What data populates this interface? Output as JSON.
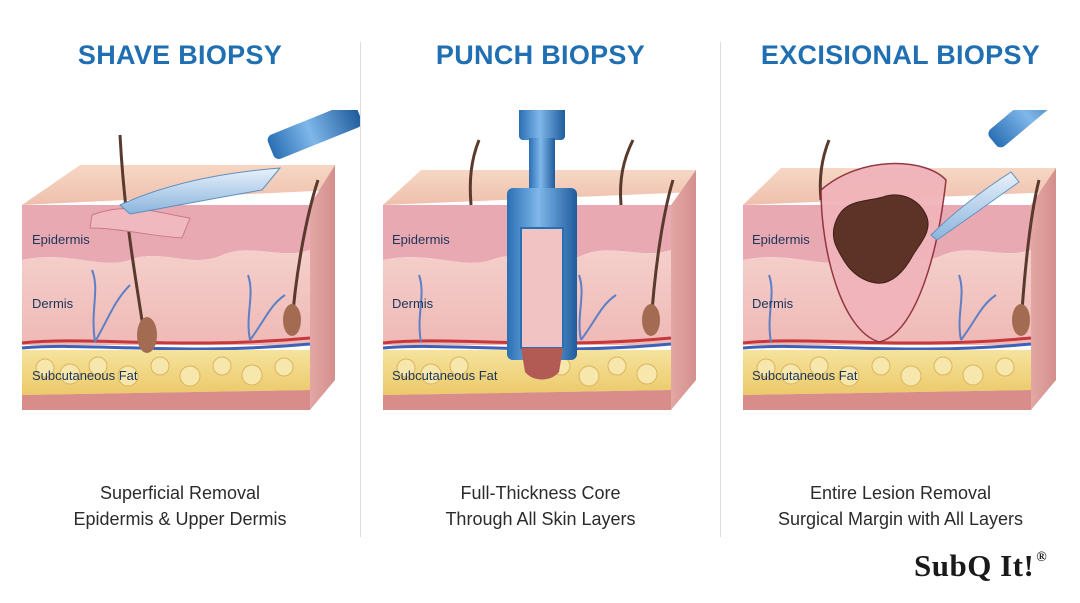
{
  "panels": [
    {
      "title": "SHAVE BIOPSY",
      "labels": {
        "epidermis": "Epidermis",
        "dermis": "Dermis",
        "fat": "Subcutaneous Fat"
      },
      "caption_line1": "Superficial Removal",
      "caption_line2": "Epidermis & Upper Dermis",
      "tool_icon": "scalpel-icon"
    },
    {
      "title": "PUNCH BIOPSY",
      "labels": {
        "epidermis": "Epidermis",
        "dermis": "Dermis",
        "fat": "Subcutaneous Fat"
      },
      "caption_line1": "Full-Thickness Core",
      "caption_line2": "Through All Skin Layers",
      "tool_icon": "punch-tool-icon"
    },
    {
      "title": "EXCISIONAL BIOPSY",
      "labels": {
        "epidermis": "Epidermis",
        "dermis": "Dermis",
        "fat": "Subcutaneous Fat"
      },
      "caption_line1": "Entire Lesion Removal",
      "caption_line2": "Surgical Margin with All Layers",
      "tool_icon": "scalpel-icon"
    }
  ],
  "logo": {
    "text": "SubQ It!",
    "mark": "®"
  },
  "colors": {
    "title": "#1f6fb2",
    "epidermis": "#e9a9b3",
    "dermis": "#f3c4c2",
    "fat": "#f3dc86",
    "instrument": "#3b86cc"
  }
}
